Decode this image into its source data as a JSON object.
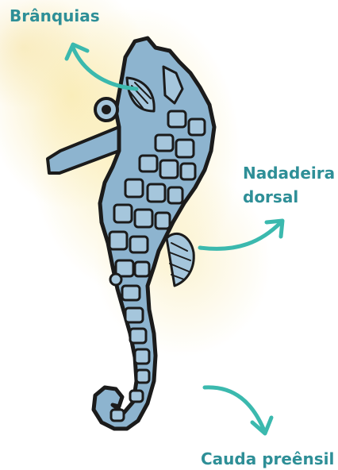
{
  "labels": {
    "gills": "Brânquias",
    "dorsal_line1": "Nadadeira",
    "dorsal_line2": "dorsal",
    "tail": "Cauda preênsil"
  },
  "colors": {
    "label_text": "#2e8f97",
    "arrow": "#3bb9ae",
    "body_fill": "#8db4cf",
    "outline": "#1b1b1b",
    "plate_fill": "#a5c6dc",
    "background_wash": "#faecb2"
  }
}
